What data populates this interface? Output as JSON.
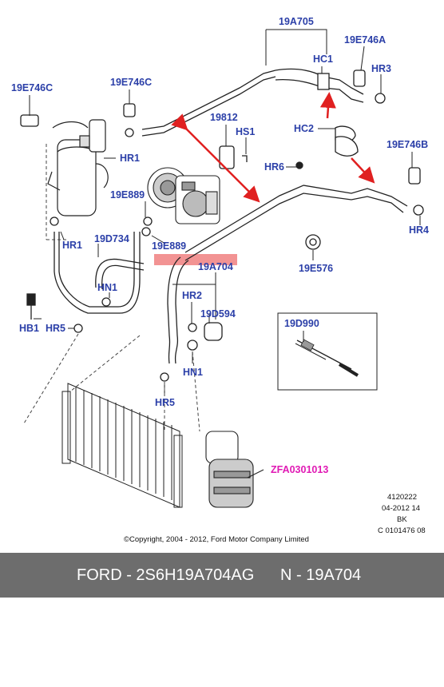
{
  "labels": {
    "l19a705": "19A705",
    "l19e746a": "19E746A",
    "lhc1": "HC1",
    "lhr3": "HR3",
    "l19e746c_left": "19E746C",
    "l19e746c_mid": "19E746C",
    "l19812": "19812",
    "lhs1": "HS1",
    "lhc2": "HC2",
    "l19e746b": "19E746B",
    "lhr1_top": "HR1",
    "lhr6": "HR6",
    "l19e889_a": "19E889",
    "lhr4": "HR4",
    "lhr1_bottom": "HR1",
    "l19d734": "19D734",
    "l19e889_b": "19E889",
    "l19e576": "19E576",
    "l19a704": "19A704",
    "lhn1_left": "HN1",
    "lhr2": "HR2",
    "lhb1": "HB1",
    "lhr5_left": "HR5",
    "l19d594": "19D594",
    "l19d990": "19D990",
    "lhn1_right": "HN1",
    "lhr5_bottom": "HR5",
    "lzfa": "ZFA0301013"
  },
  "info": {
    "line1": "4120222",
    "line2": "04-2012 14",
    "line3": "BK",
    "line4": "C 0101476 08"
  },
  "copyright": "©Copyright, 2004 - 2012, Ford Motor Company Limited",
  "footer": {
    "left": "FORD - 2S6H19A704AG",
    "right": "N - 19A704"
  },
  "colors": {
    "label": "#2b3fa8",
    "highlight": "#f08080",
    "arrow": "#e02020",
    "footer_bg": "#6d6d6d"
  }
}
